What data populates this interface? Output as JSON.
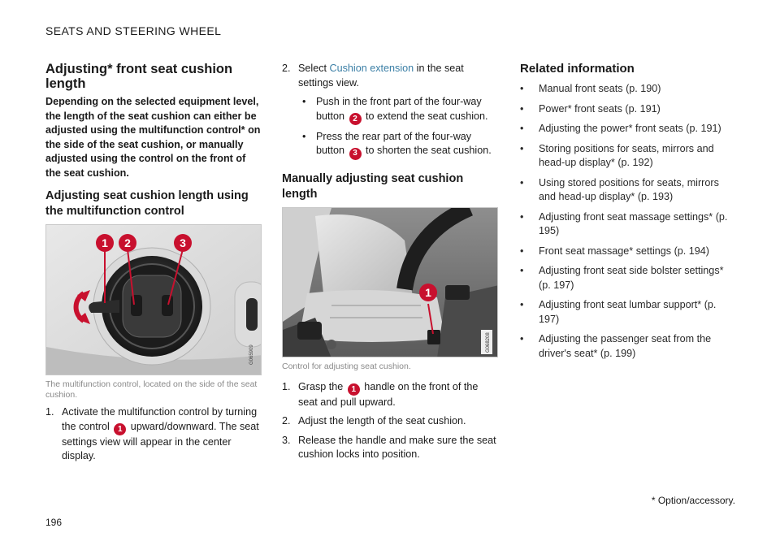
{
  "header": "SEATS AND STEERING WHEEL",
  "col1": {
    "title": "Adjusting* front seat cushion length",
    "intro": "Depending on the selected equipment level, the length of the seat cushion can either be adjusted using the multifunction control* on the side of the seat cushion, or manually adjusted using the control on the front of the seat cushion.",
    "subtitle": "Adjusting seat cushion length using the multifunction control",
    "figure": {
      "callouts": [
        "1",
        "2",
        "3"
      ],
      "code": "G065909"
    },
    "caption": "The multifunction control, located on the side of the seat cushion.",
    "step1": {
      "num": "1.",
      "a": "Activate the multifunction control by turning the control ",
      "badge": "1",
      "b": " upward/downward. The seat settings view will appear in the center display."
    }
  },
  "col2": {
    "step2": {
      "num": "2.",
      "a": "Select ",
      "link": "Cushion extension",
      "b": " in the seat settings view."
    },
    "bullets": [
      {
        "a": "Push in the front part of the four-way button ",
        "badge": "2",
        "b": " to extend the seat cushion."
      },
      {
        "a": "Press the rear part of the four-way button ",
        "badge": "3",
        "b": " to shorten the seat cushion."
      }
    ],
    "subtitle": "Manually adjusting seat cushion length",
    "figure": {
      "callouts": [
        "1"
      ],
      "code": "G068208"
    },
    "caption": "Control for adjusting seat cushion.",
    "steps": [
      {
        "num": "1.",
        "a": "Grasp the ",
        "badge": "1",
        "b": " handle on the front of the seat and pull upward."
      },
      {
        "num": "2.",
        "a": "Adjust the length of the seat cushion.",
        "badge": "",
        "b": ""
      },
      {
        "num": "3.",
        "a": "Release the handle and make sure the seat cushion locks into position.",
        "badge": "",
        "b": ""
      }
    ]
  },
  "col3": {
    "title": "Related information",
    "items": [
      "Manual front seats (p. 190)",
      "Power* front seats (p. 191)",
      "Adjusting the power* front seats (p. 191)",
      "Storing positions for seats, mirrors and head-up display* (p. 192)",
      "Using stored positions for seats, mirrors and head-up display* (p. 193)",
      "Adjusting front seat massage settings* (p. 195)",
      "Front seat massage* settings (p. 194)",
      "Adjusting front seat side bolster settings* (p. 197)",
      "Adjusting front seat lumbar support* (p. 197)",
      "Adjusting the passenger seat from the driver's seat* (p. 199)"
    ]
  },
  "footer": {
    "page": "196",
    "footnote": "* Option/accessory."
  },
  "colors": {
    "accent": "#c8102e",
    "link": "#3b7fa6"
  }
}
